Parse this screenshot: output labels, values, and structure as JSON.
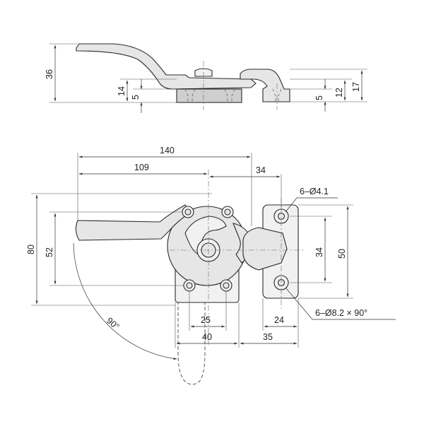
{
  "drawing": {
    "side_view": {
      "dims": {
        "height_36": "36",
        "height_14": "14",
        "height_5_left": "5",
        "height_12": "12",
        "height_17": "17",
        "height_5_right": "5"
      }
    },
    "top_view": {
      "dims": {
        "width_140": "140",
        "width_109": "109",
        "width_34_top": "34",
        "height_80": "80",
        "height_52": "52",
        "angle_90": "90°",
        "width_25": "25",
        "width_40": "40",
        "width_24": "24",
        "width_35": "35",
        "height_34_right": "34",
        "height_50": "50",
        "hole_small": "6–Ø4.1",
        "hole_csk": "6–Ø8.2 × 90°"
      }
    }
  }
}
